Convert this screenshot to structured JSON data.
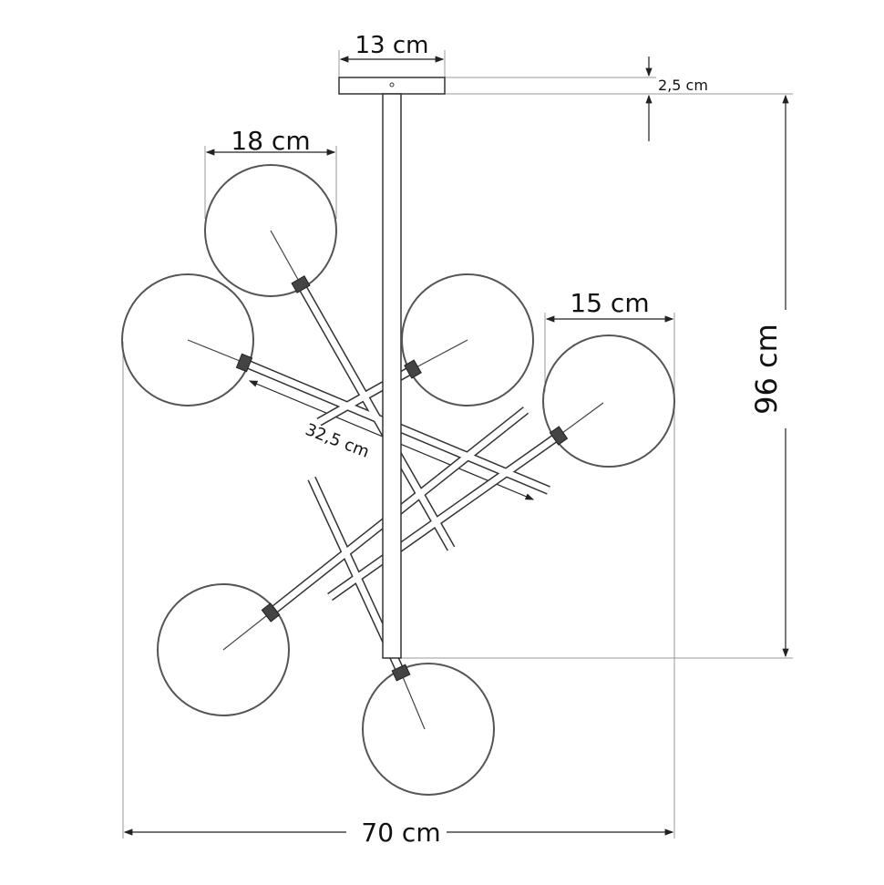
{
  "dimensions": {
    "canopy_width": "13 cm",
    "canopy_height": "2,5 cm",
    "globe_large": "18 cm",
    "globe_small": "15 cm",
    "total_height": "96 cm",
    "total_width": "70 cm",
    "arm_length": "32,5 cm"
  }
}
